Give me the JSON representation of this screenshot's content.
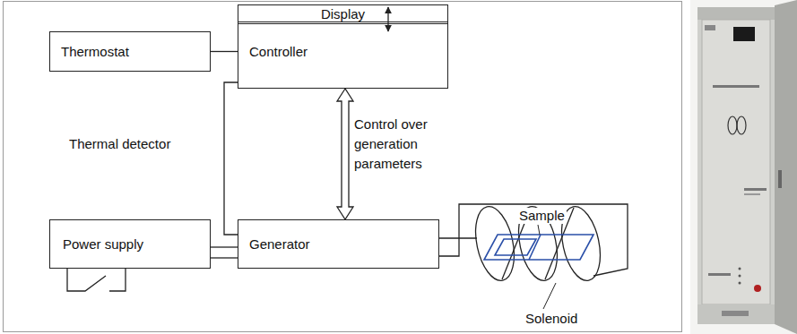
{
  "diagram": {
    "nodes": [
      {
        "text": [
          "Display"
        ]
      },
      {
        "text": [
          "Thermostat"
        ]
      },
      {
        "text": [
          "Controller"
        ]
      },
      {
        "text": [
          "Power supply"
        ]
      },
      {
        "text": [
          "Generator"
        ]
      }
    ],
    "edges": [
      {
        "from": 1,
        "to": 2,
        "arrow": "none"
      },
      {
        "from": 0,
        "to": 2,
        "arrow": "both"
      },
      {
        "from": 2,
        "to": 4,
        "label": "Control over generation parameters",
        "arrow": "both"
      },
      {
        "from": 2,
        "to": 4,
        "label": "Thermal detector",
        "arrow": "none"
      },
      {
        "from": 3,
        "to": 4,
        "arrow": "none"
      }
    ],
    "labels": [
      "Sample",
      "Solenoid"
    ]
  }
}
